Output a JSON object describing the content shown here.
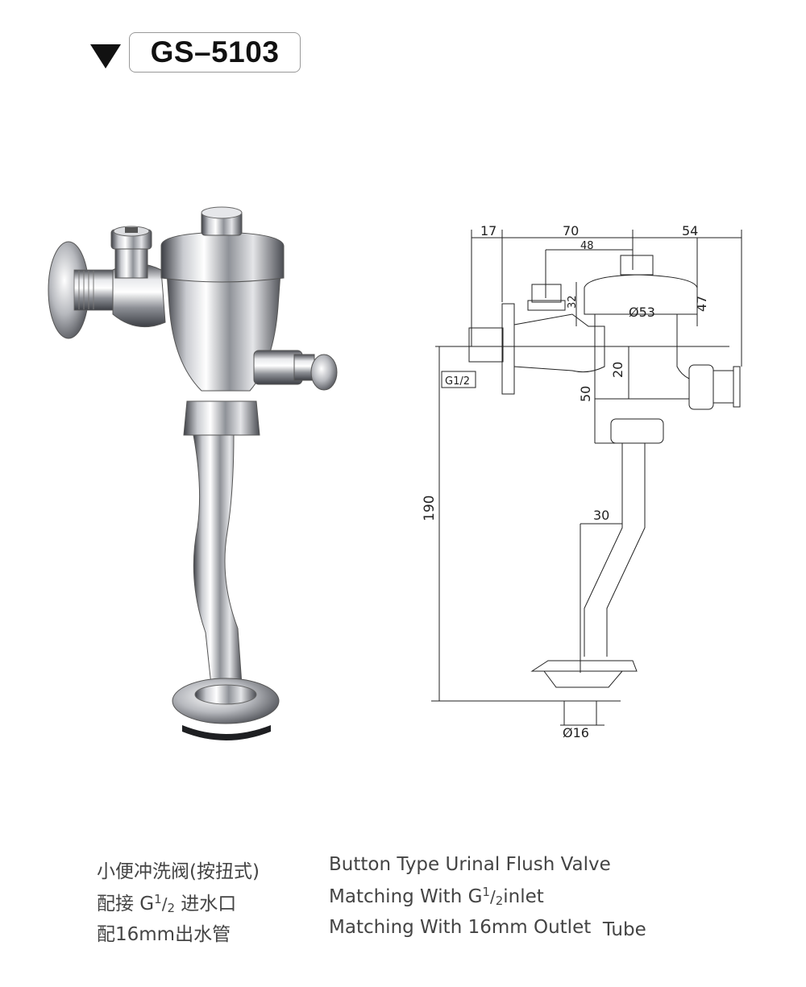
{
  "header": {
    "model": "GS–5103"
  },
  "drawing": {
    "dims": {
      "d17": "17",
      "d70": "70",
      "d54": "54",
      "d48": "48",
      "d32": "32",
      "d53": "Ø53",
      "d47": "47",
      "d20": "20",
      "d50": "50",
      "d190": "190",
      "d30": "30",
      "d16": "Ø16",
      "g12": "G1/2"
    }
  },
  "description": {
    "cn": {
      "line1": "小便冲洗阀(按扭式)",
      "line2_prefix": "配接 G",
      "line2_frac_num": "1",
      "line2_frac_den": "2",
      "line2_suffix": " 进水口",
      "line3": "配16mm出水管"
    },
    "en": {
      "line1": "Button Type Urinal Flush Valve",
      "line2_prefix": "Matching With G",
      "line2_frac_num": "1",
      "line2_frac_den": "2",
      "line2_suffix": "inlet",
      "line3": "Matching With 16mm Outlet",
      "line3_tail": "Tube"
    }
  },
  "colors": {
    "chrome_light": "#f4f4f6",
    "chrome_mid": "#a8aab0",
    "chrome_dark": "#3c3e44",
    "line": "#222222"
  }
}
